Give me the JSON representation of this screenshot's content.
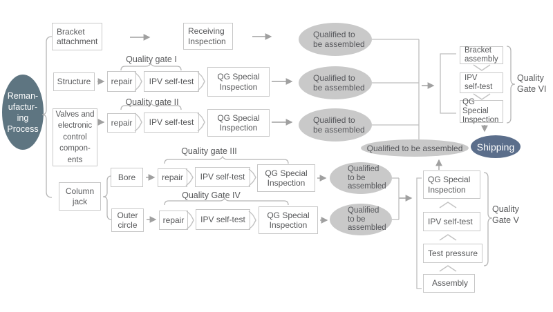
{
  "palette": {
    "box_border": "#c7c7c7",
    "line_gray": "#b5b5b5",
    "arrow_gray": "#a0a0a0",
    "ellipse_gray": "#c9c9c9",
    "start_ellipse": "#5e7581",
    "shipping_ellipse": "#5b6e8b",
    "text_gray": "#57585a"
  },
  "start_node": {
    "label": "Reman-\nufactur-\ning\nProcess"
  },
  "row_bracket": {
    "source": "Bracket\nattachment",
    "step": "Receiving\nInspection",
    "result": "Qualified to\nbe assembled"
  },
  "row_structure": {
    "gate": "Quality gate I",
    "source": "Structure",
    "repair": "repair",
    "ipv": "IPV self-test",
    "qg": "QG Special\nInspection",
    "result": "Qualified to\nbe assembled"
  },
  "row_valves": {
    "gate": "Quality gate II",
    "source": "Valves and\nelectronic\ncontrol\ncompon-\nents",
    "repair": "repair",
    "ipv": "IPV self-test",
    "qg": "QG Special\nInspection",
    "result": "Qualified to\nbe assembled"
  },
  "column_jack": {
    "label": "Column\njack"
  },
  "row_bore": {
    "gate": "Quality gate III",
    "source": "Bore",
    "repair": "repair",
    "ipv": "IPV self-test",
    "qg": "QG Special\nInspection",
    "result": "Qualified\nto be\nassembled"
  },
  "row_outer": {
    "gate": "Quality Gate IV",
    "source": "Outer\ncircle",
    "repair": "repair",
    "ipv": "IPV self-test",
    "qg": "QG Special\nInspection",
    "result": "Qualified\nto be\nassembled"
  },
  "gate6": {
    "label": "Quality\nGate VI",
    "boxes": [
      "Bracket\nassembly",
      "IPV\nself-test",
      "QG Special\nInspection"
    ]
  },
  "gate5": {
    "label": "Quality\nGate V",
    "boxes": [
      "QG Special\nInspection",
      "IPV self-test",
      "Test pressure",
      "Assembly"
    ]
  },
  "merge_ellipse": {
    "label": "Qualified to be assembled"
  },
  "shipping": {
    "label": "Shipping"
  }
}
